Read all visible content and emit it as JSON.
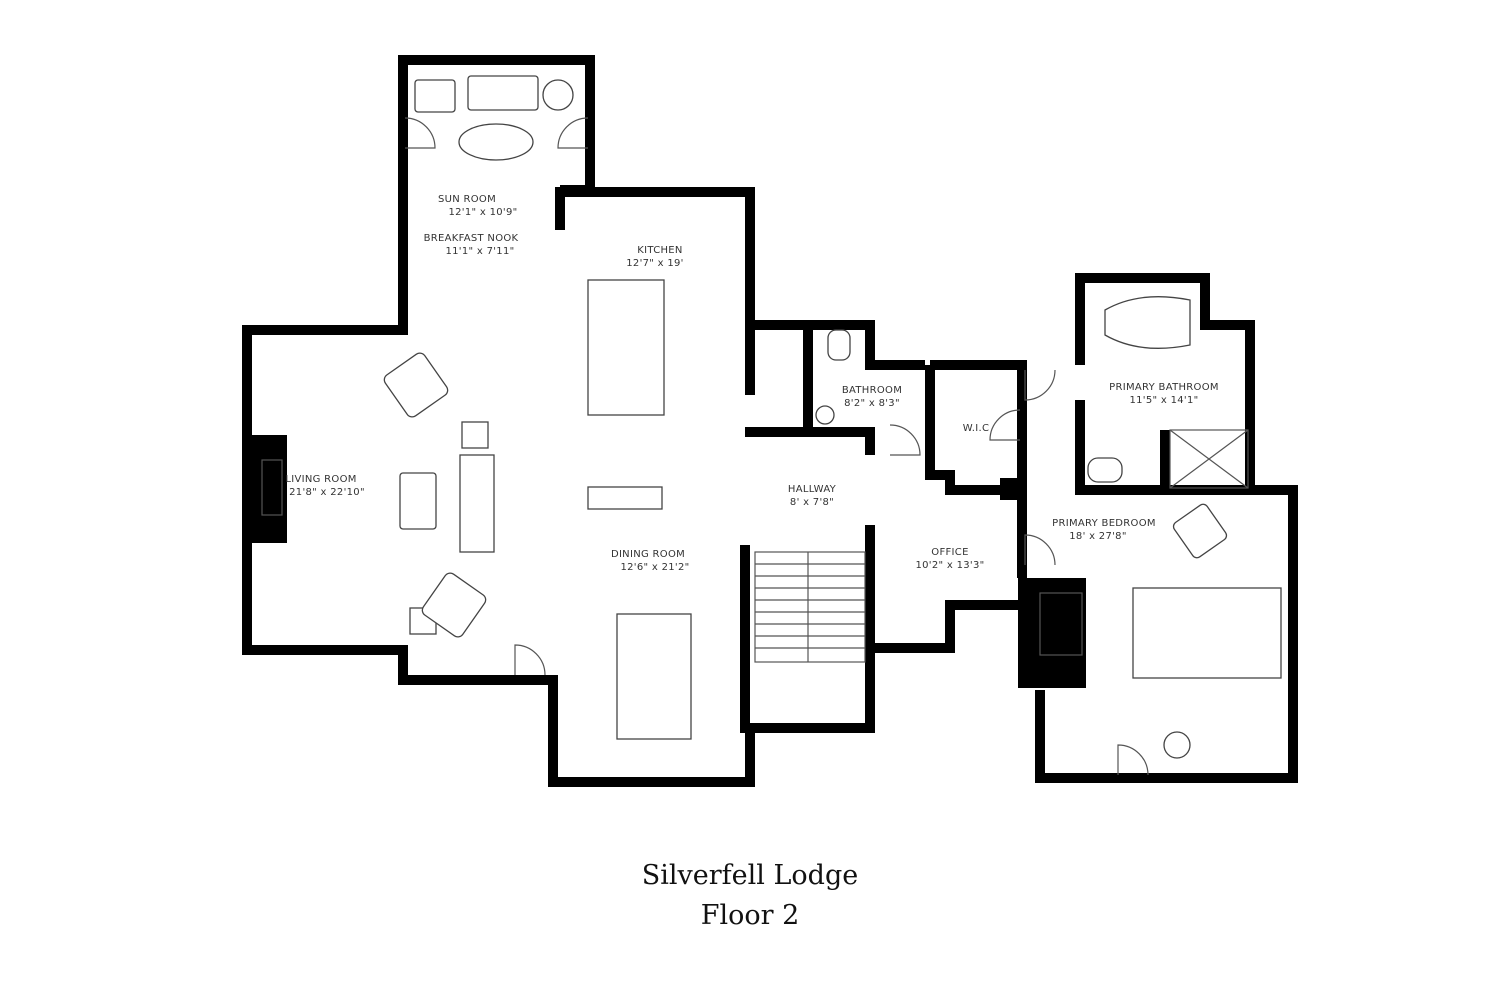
{
  "rooms": {
    "sun_room": {
      "name": "SUN ROOM",
      "size": "12'1\" x 10'9\""
    },
    "breakfast_nook": {
      "name": "BREAKFAST NOOK",
      "size": "11'1\" x 7'11\""
    },
    "kitchen": {
      "name": "KITCHEN",
      "size": "12'7\" x 19'"
    },
    "living_room": {
      "name": "LIVING ROOM",
      "size": "21'8\" x 22'10\""
    },
    "dining_room": {
      "name": "DINING ROOM",
      "size": "12'6\" x 21'2\""
    },
    "bathroom": {
      "name": "BATHROOM",
      "size": "8'2\" x 8'3\""
    },
    "wic": {
      "name": "W.I.C",
      "size": ""
    },
    "hallway": {
      "name": "HALLWAY",
      "size": "8' x 7'8\""
    },
    "office": {
      "name": "OFFICE",
      "size": "10'2\" x 13'3\""
    },
    "primary_bathroom": {
      "name": "PRIMARY BATHROOM",
      "size": "11'5\" x 14'1\""
    },
    "primary_bedroom": {
      "name": "PRIMARY BEDROOM",
      "size": "18' x 27'8\""
    }
  },
  "caption": {
    "property": "Silverfell Lodge",
    "floor": "Floor 2"
  }
}
